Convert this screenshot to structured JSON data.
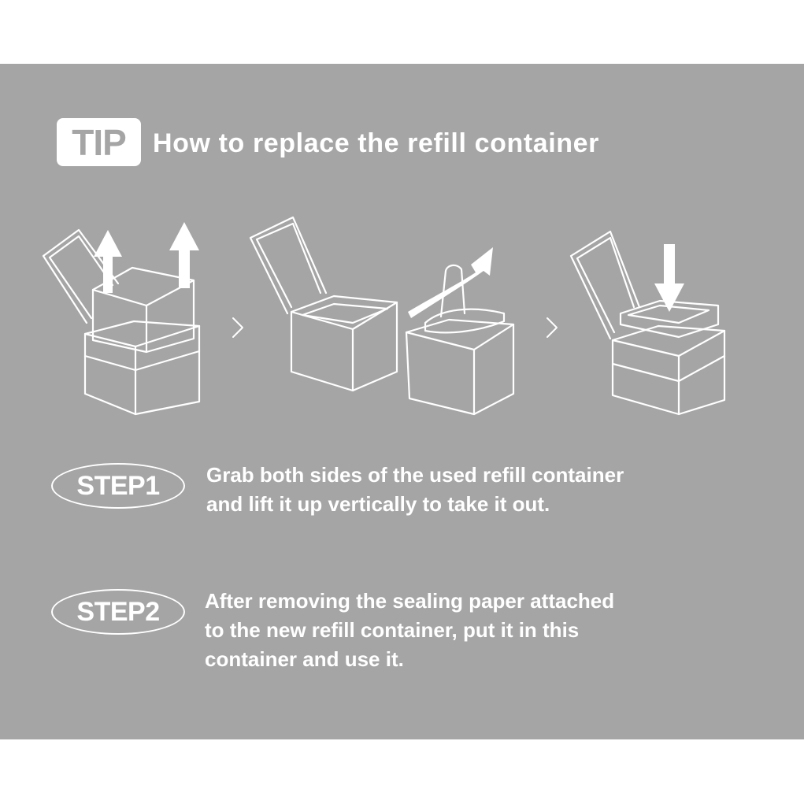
{
  "tip": {
    "badge": "TIP",
    "title": "How to replace the refill container"
  },
  "illustrations": [
    {
      "name": "lift-out",
      "icon": "container-lift-icon"
    },
    {
      "name": "peel-seal",
      "icon": "container-peel-icon"
    },
    {
      "name": "insert-new",
      "icon": "container-insert-icon"
    }
  ],
  "separator_glyph": "›",
  "steps": [
    {
      "badge": "STEP1",
      "lines": [
        "Grab both sides of the used refill container",
        "and lift it up vertically to take it out."
      ]
    },
    {
      "badge": "STEP2",
      "lines": [
        "After removing the sealing paper attached",
        "to the new refill container, put it in this",
        "container and use it."
      ]
    }
  ],
  "colors": {
    "panel": "#a5a5a5",
    "foreground": "#ffffff"
  }
}
